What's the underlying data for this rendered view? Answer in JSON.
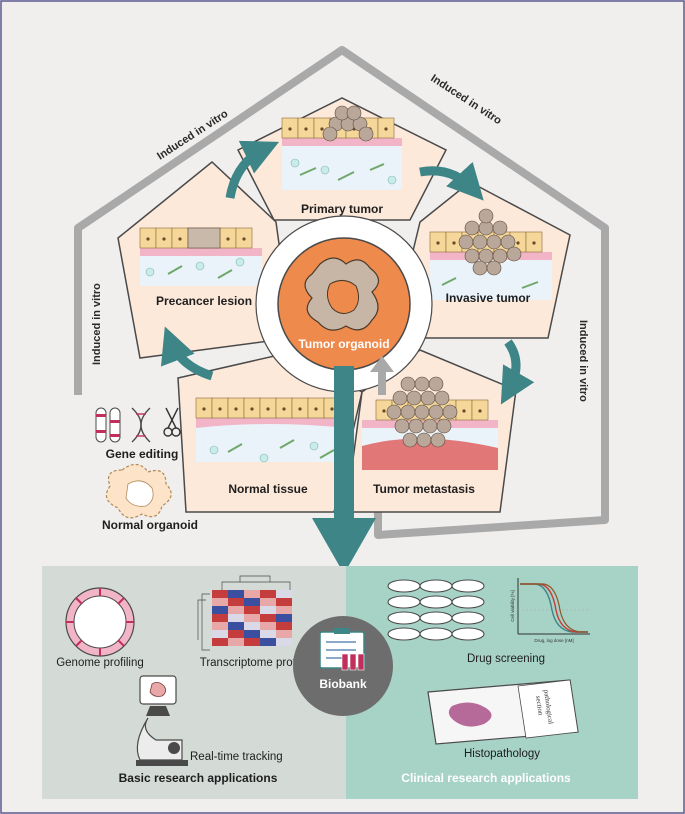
{
  "stages": {
    "normal_tissue": "Normal tissue",
    "precancer_lesion": "Precancer lesion",
    "primary_tumor": "Primary tumor",
    "invasive_tumor": "Invasive tumor",
    "tumor_metastasis": "Tumor metastasis"
  },
  "center": {
    "tumor_organoid": "Tumor organoid"
  },
  "induced": {
    "left": "Induced in vitro",
    "top_left": "Induced in vitro",
    "top_right": "Induced in vitro",
    "right": "Induced in vitro"
  },
  "side": {
    "gene_editing": "Gene editing",
    "normal_organoid": "Normal organoid"
  },
  "basic": {
    "genome_profiling": "Genome profiling",
    "transcriptome_profiling": "Transcriptome profiling",
    "realtime_tracking": "Real-time tracking",
    "title": "Basic research applications"
  },
  "biobank": "Biobank",
  "clinical": {
    "drug_screening": "Drug screening",
    "histopathology": "Histopathology",
    "title": "Clinical research applications",
    "slide_text_1": "pathological",
    "slide_text_2": "section",
    "curve_ylabel": "Cell viability [%]",
    "curve_xlabel": "Drug, log dose [nM]"
  },
  "colors": {
    "panel_fill": "#fde9da",
    "panel_stroke": "#4a4a4a",
    "center_orange": "#ee8a4c",
    "teal_arrow": "#3d8587",
    "basic_bg": "#d4dbd7",
    "clinical_bg": "#a7d2c6",
    "biobank_circle": "#6d6d6d"
  }
}
